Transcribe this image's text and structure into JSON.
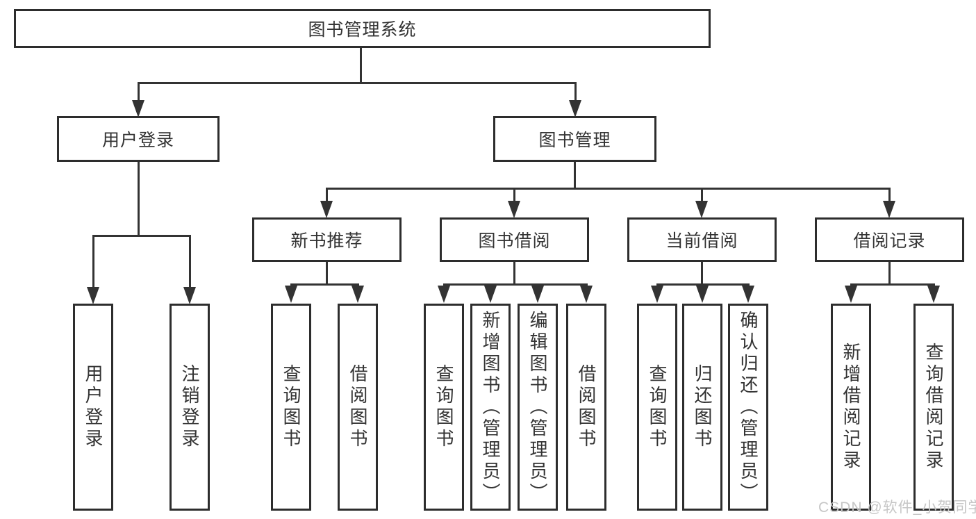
{
  "diagram": {
    "root": {
      "label": "图书管理系统"
    },
    "level2": [
      {
        "label": "用户登录"
      },
      {
        "label": "图书管理"
      }
    ],
    "level3": [
      {
        "label": "新书推荐",
        "parent": "图书管理"
      },
      {
        "label": "图书借阅",
        "parent": "图书管理"
      },
      {
        "label": "当前借阅",
        "parent": "图书管理"
      },
      {
        "label": "借阅记录",
        "parent": "图书管理"
      }
    ],
    "leaves": [
      {
        "label": "用户登录",
        "parent": "用户登录"
      },
      {
        "label": "注销登录",
        "parent": "用户登录"
      },
      {
        "label": "查询图书",
        "parent": "新书推荐"
      },
      {
        "label": "借阅图书",
        "parent": "新书推荐"
      },
      {
        "label": "查询图书",
        "parent": "图书借阅"
      },
      {
        "label": "新增图书（管理员）",
        "parent": "图书借阅"
      },
      {
        "label": "编辑图书（管理员）",
        "parent": "图书借阅"
      },
      {
        "label": "借阅图书",
        "parent": "图书借阅"
      },
      {
        "label": "查询图书",
        "parent": "当前借阅"
      },
      {
        "label": "归还图书",
        "parent": "当前借阅"
      },
      {
        "label": "确认归还（管理员）",
        "parent": "当前借阅"
      },
      {
        "label": "新增借阅记录",
        "parent": "借阅记录"
      },
      {
        "label": "查询借阅记录",
        "parent": "借阅记录"
      }
    ],
    "watermark": "CSDN @软件_小贺同学",
    "colors": {
      "line": "#333333",
      "box_border": "#2d2d2d",
      "text": "#333333",
      "background": "#ffffff",
      "watermark": "#c6c6c6"
    }
  }
}
